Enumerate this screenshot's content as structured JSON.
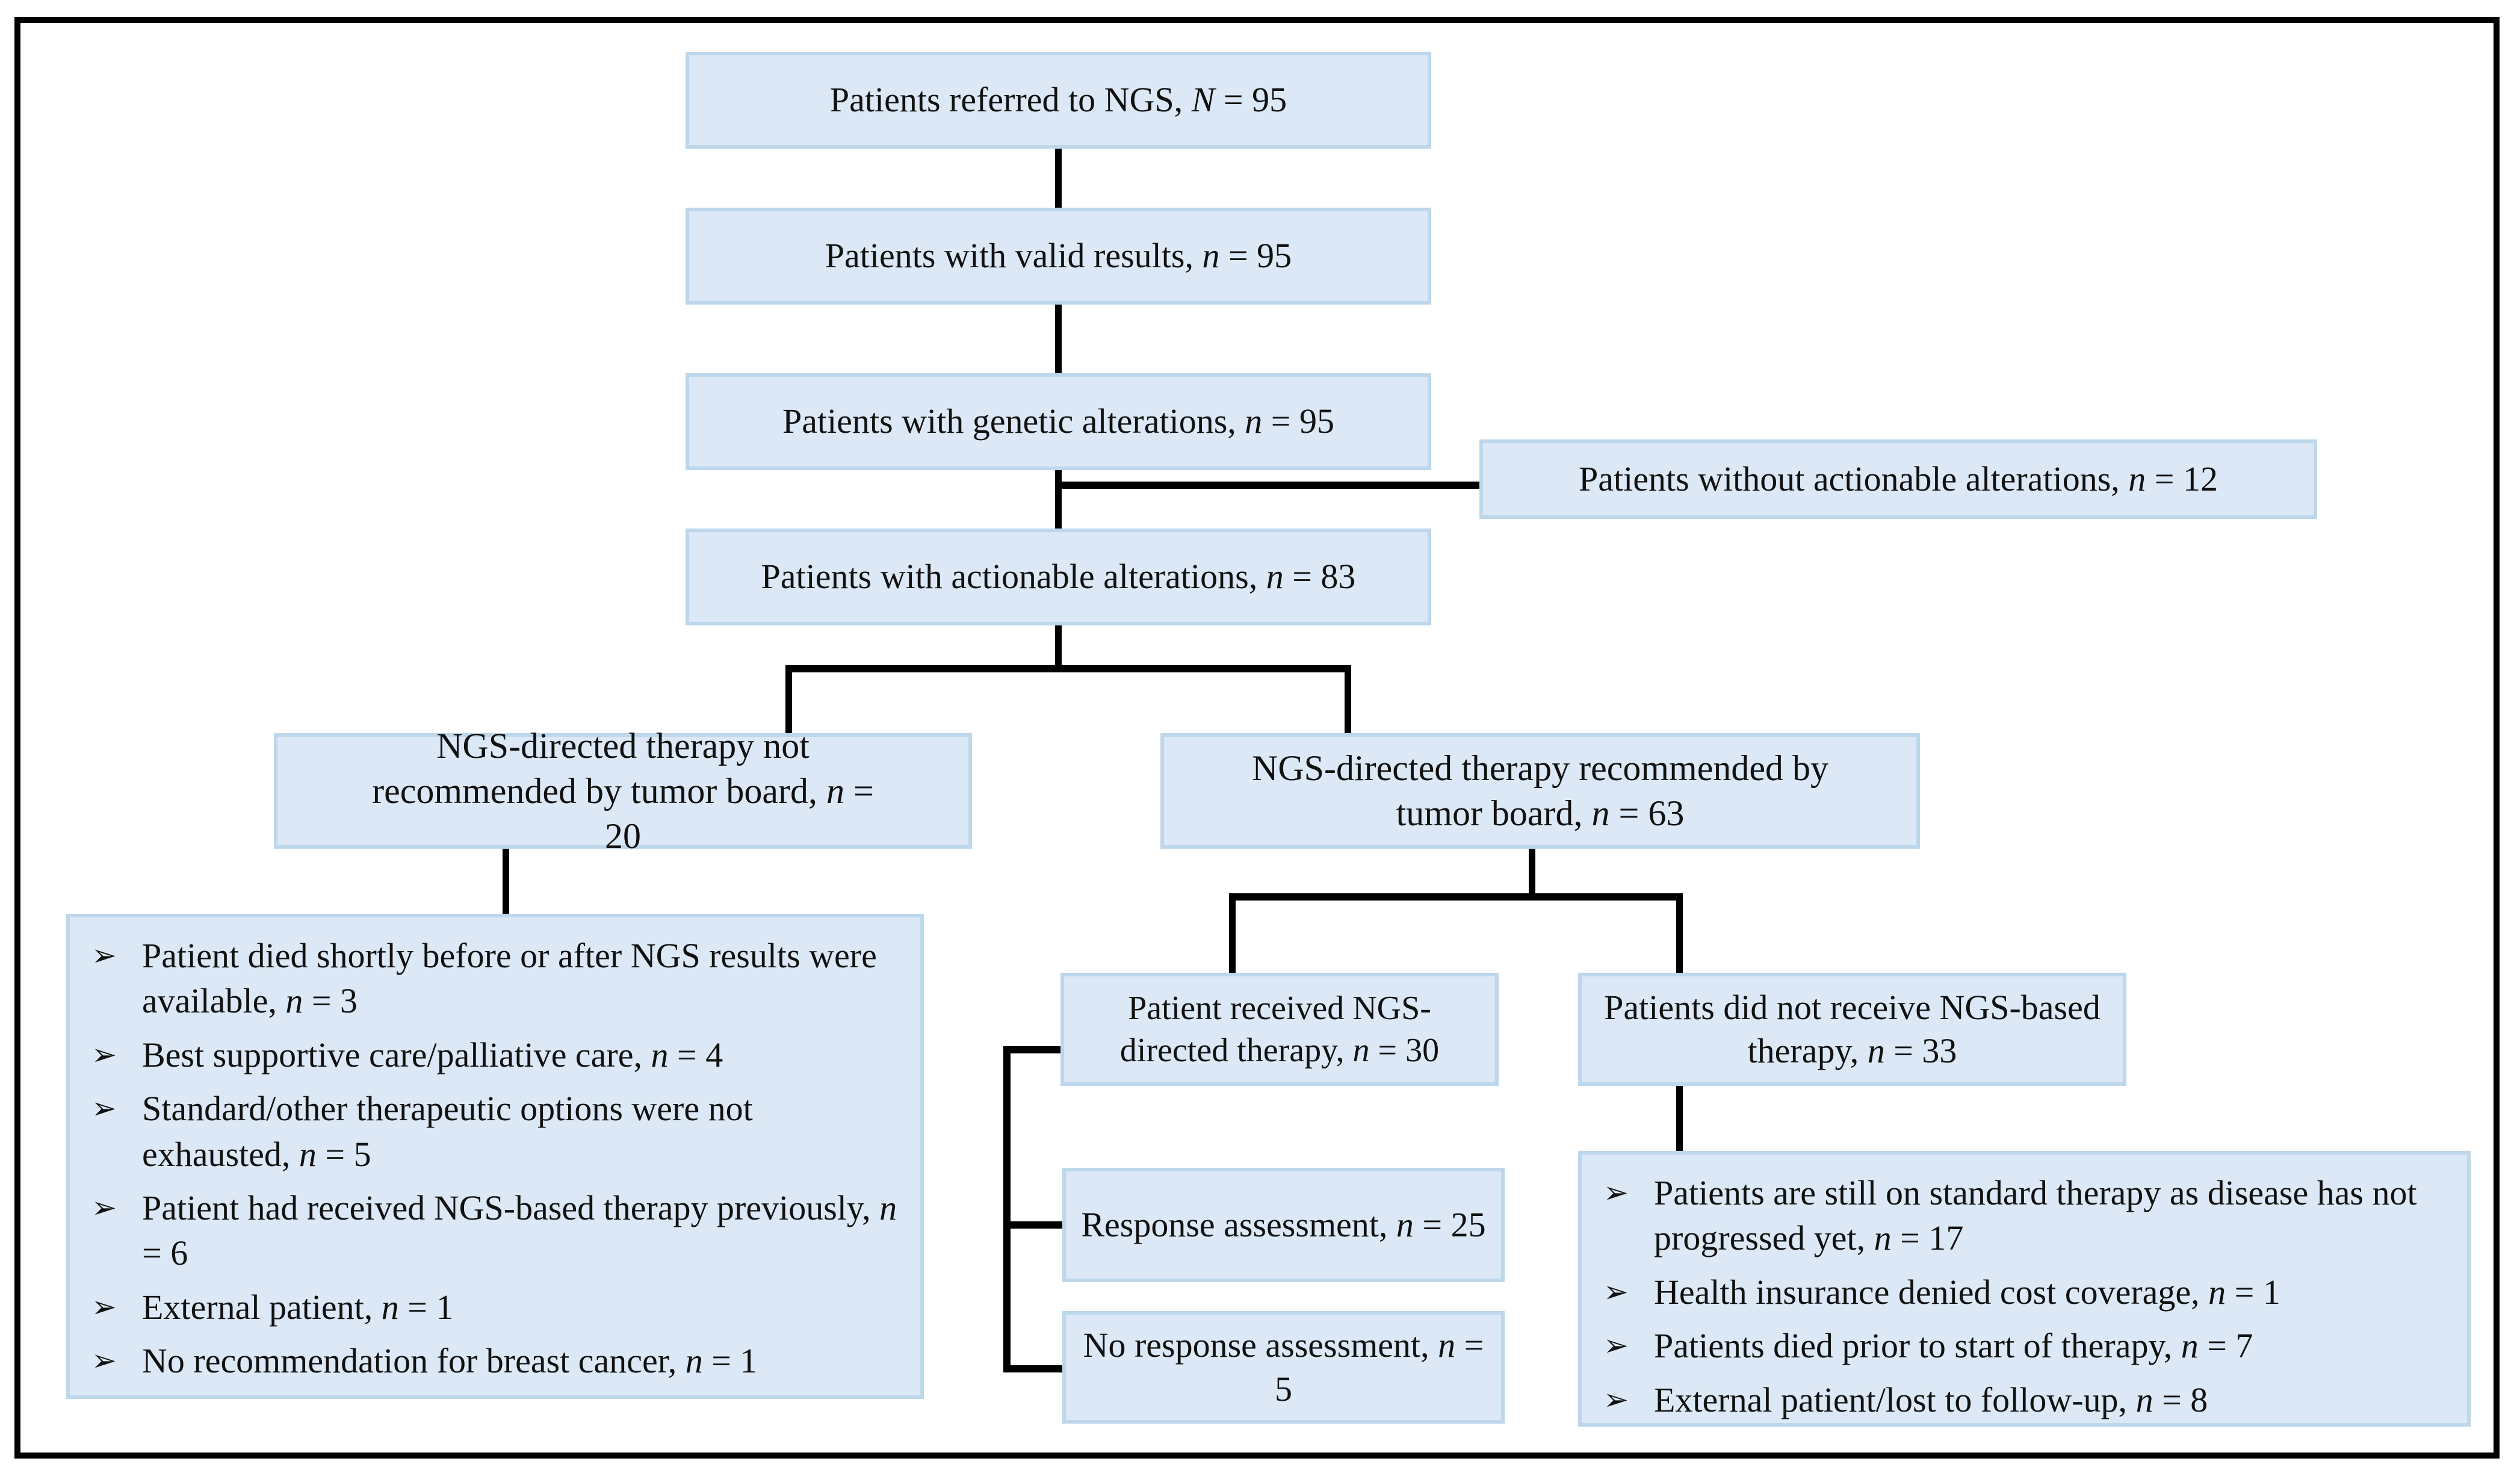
{
  "figure": {
    "title": "Patient flow diagram for NGS referral and therapy",
    "type": "flowchart"
  },
  "glyphs": {
    "bullet": "➢"
  },
  "colors": {
    "box_fill": "#dce8f5",
    "box_border": "#bdd7ec",
    "connector": "#000000",
    "frame": "#000000",
    "text": "#111111"
  },
  "nodes": {
    "referred": {
      "prefix": "Patients referred to NGS, ",
      "nvar": "N",
      "suffix": " = 95"
    },
    "valid": {
      "prefix": "Patients with valid results, ",
      "nvar": "n",
      "suffix": " = 95"
    },
    "genetic": {
      "prefix": "Patients with genetic alterations, ",
      "nvar": "n",
      "suffix": " = 95"
    },
    "no_actionable": {
      "prefix": "Patients without actionable alterations, ",
      "nvar": "n",
      "suffix": " = 12"
    },
    "actionable": {
      "prefix": "Patients with actionable alterations, ",
      "nvar": "n",
      "suffix": " = 83"
    },
    "not_recommended": {
      "prefix": "NGS-directed therapy not recommended by tumor board, ",
      "nvar": "n",
      "suffix": " = 20"
    },
    "recommended": {
      "prefix": "NGS-directed therapy recommended by tumor board, ",
      "nvar": "n",
      "suffix": " = 63"
    },
    "received": {
      "prefix": "Patient received NGS-directed therapy, ",
      "nvar": "n",
      "suffix": " = 30"
    },
    "not_received": {
      "prefix": "Patients did not receive NGS-based therapy, ",
      "nvar": "n",
      "suffix": " = 33"
    },
    "response": {
      "prefix": "Response assessment, ",
      "nvar": "n",
      "suffix": " = 25"
    },
    "no_response": {
      "prefix": "No response assessment, ",
      "nvar": "n",
      "suffix": " = 5"
    }
  },
  "bullets": {
    "not_recommended_reasons": {
      "items": [
        {
          "prefix": "Patient died shortly before or after NGS results were available, ",
          "nvar": "n",
          "suffix": " = 3"
        },
        {
          "prefix": "Best supportive care/palliative care, ",
          "nvar": "n",
          "suffix": " = 4"
        },
        {
          "prefix": "Standard/other therapeutic options were not exhausted, ",
          "nvar": "n",
          "suffix": " = 5"
        },
        {
          "prefix": "Patient had received NGS-based therapy previously, ",
          "nvar": "n",
          "suffix": " = 6"
        },
        {
          "prefix": "External patient, ",
          "nvar": "n",
          "suffix": " = 1"
        },
        {
          "prefix": "No recommendation for breast cancer, ",
          "nvar": "n",
          "suffix": " = 1"
        }
      ]
    },
    "not_received_reasons": {
      "items": [
        {
          "prefix": "Patients are still on standard therapy as disease has not progressed yet, ",
          "nvar": "n",
          "suffix": " = 17"
        },
        {
          "prefix": "Health insurance denied cost coverage, ",
          "nvar": "n",
          "suffix": " = 1"
        },
        {
          "prefix": "Patients died prior to start of therapy, ",
          "nvar": "n",
          "suffix": " = 7"
        },
        {
          "prefix": "External patient/lost to follow-up, ",
          "nvar": "n",
          "suffix": " = 8"
        }
      ]
    }
  }
}
